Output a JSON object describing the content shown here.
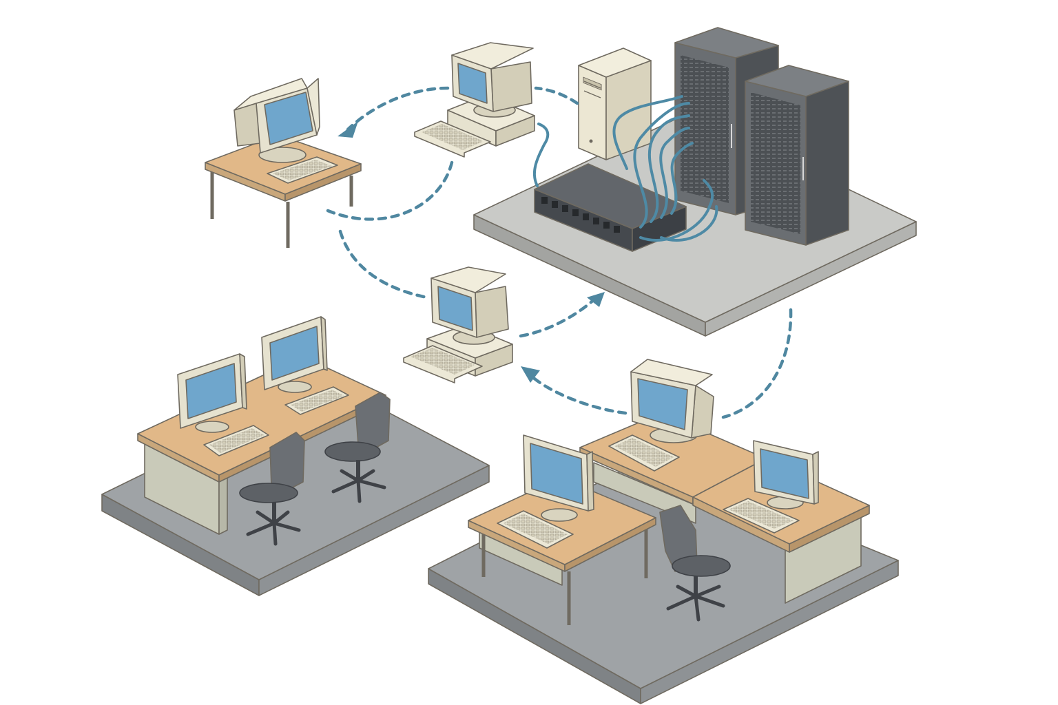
{
  "palette": {
    "background": "#ffffff",
    "floor_top": "#9fa3a6",
    "floor_side": "#7f8386",
    "server_floor_top": "#c9cac7",
    "server_floor_side": "#a3a4a1",
    "desk_top": "#e1b888",
    "desk_side": "#c9cab9",
    "monitor_case": "#e6e2cf",
    "monitor_screen": "#6fa6cc",
    "rack": "#5f6367",
    "switch": "#55595e",
    "chair": "#6b6f74",
    "link": "#4f87a0",
    "cable": "#4e8aa5"
  },
  "nodes": [
    {
      "id": "server-room",
      "kind": "server platform with two racks, a tower server and a network switch"
    },
    {
      "id": "workstation-top",
      "kind": "desktop computer with keyboard"
    },
    {
      "id": "workstation-left",
      "kind": "computer on a small desk"
    },
    {
      "id": "workstation-middle",
      "kind": "desktop computer with keyboard"
    },
    {
      "id": "office-left",
      "kind": "office floor with two computers, desk and two chairs"
    },
    {
      "id": "office-right",
      "kind": "office floor with three computers, desks and one chair"
    }
  ],
  "links": [
    {
      "from": "workstation-top",
      "to": "workstation-left",
      "style": "dashed",
      "arrow": true
    },
    {
      "from": "server-room",
      "to": "workstation-top",
      "style": "dashed",
      "arrow": false
    },
    {
      "from": "workstation-top",
      "to": "workstation-left",
      "style": "dashed",
      "arrow": false
    },
    {
      "from": "workstation-left",
      "to": "workstation-middle",
      "style": "dashed",
      "arrow": false
    },
    {
      "from": "workstation-middle",
      "to": "server-room",
      "style": "dashed",
      "arrow": true
    },
    {
      "from": "server-room",
      "to": "office-right",
      "style": "dashed",
      "arrow": false
    },
    {
      "from": "office-right",
      "to": "workstation-middle",
      "style": "dashed",
      "arrow": true
    }
  ]
}
